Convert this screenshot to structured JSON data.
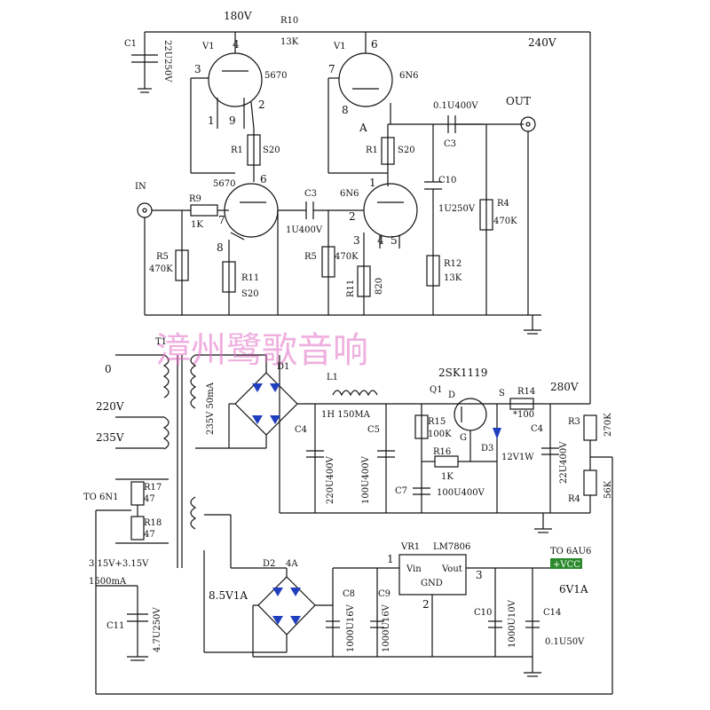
{
  "colors": {
    "wire": "#111111",
    "diode": "#1f3fbf",
    "watermark": "#e36fc5",
    "vcc_label_bg": "#2b8a2b"
  },
  "watermark": "漳州鹭歌音响",
  "labels": {
    "v180": "180V",
    "r10": "R10",
    "r10_val": "13K",
    "v240": "240V",
    "c1": "C1",
    "c1_val": "22U250V",
    "v1a": "V1",
    "v1a_type": "5670",
    "v1b": "V1",
    "v1b_type": "6N6",
    "p4": "4",
    "p3": "3",
    "p1": "1",
    "p9": "9",
    "p2": "2",
    "p6b": "6",
    "p7b": "7",
    "p8b": "8",
    "pA": "A",
    "c3top": "0.1U400V",
    "out": "OUT",
    "c3top_name": "C3",
    "r1a": "R1",
    "r1a_val": "S20",
    "r1b": "R1",
    "r1b_val": "S20",
    "in": "IN",
    "r9": "R9",
    "r9_val": "1K",
    "v2type": "5670",
    "p6c": "6",
    "p7c": "7",
    "p8c": "8",
    "c3mid": "C3",
    "c3mid_val": "1U400V",
    "v2btype": "6N6",
    "p1d": "1",
    "p2d": "2",
    "p3d": "3",
    "p4d": "4",
    "p5d": "5",
    "c10": "C10",
    "c10_val": "1U250V",
    "r4a": "R4",
    "r4a_val": "470K",
    "r5a": "R5",
    "r5a_val": "470K",
    "r11a": "R11",
    "r11a_val": "S20",
    "r5b": "R5",
    "r5b_val": "470K",
    "r11b": "R11",
    "r11b_val": "820",
    "r12": "R12",
    "r12_val": "13K",
    "t1": "T1",
    "t0": "0",
    "t220": "220V",
    "t235": "235V",
    "sec": "235V 50mA",
    "d1": "D1",
    "l1": "L1",
    "l1_val": "1H  150MA",
    "q1": "Q1",
    "q1_type": "2SK1119",
    "qD": "D",
    "qS": "S",
    "qG": "G",
    "r14a": "R14",
    "r14a_val": "*100",
    "v280": "280V",
    "r3": "R3",
    "r3_val": "270K",
    "r4b": "R4",
    "r4b_val": "56K",
    "c4a": "C4",
    "c4a_val": "220U400V",
    "c5": "C5",
    "c5_val": "100U400V",
    "r15": "R15",
    "r15_val": "100K",
    "r16": "R16",
    "r16_val": "1K",
    "c7": "C7",
    "c7_val": "100U400V",
    "d3": "D3",
    "d3_val": "12V1W",
    "c4b": "C4",
    "c4b_val": "22U400V",
    "to6n1": "TO 6N1",
    "r17": "R17",
    "r17_val": "47",
    "r18": "R18",
    "r18_val": "47",
    "fil": "3.15V+3.15V",
    "fil_i": "1500mA",
    "c11": "C11",
    "c11_val": "4.7U250V",
    "d2": "D2",
    "d2_val": "4A",
    "sec2": "8.5V1A",
    "vr1": "VR1",
    "vr1_type": "LM7806",
    "vin": "Vin",
    "vout": "Vout",
    "gnd": "GND",
    "vr_p1": "1",
    "vr_p2": "2",
    "vr_p3": "3",
    "c8": "C8",
    "c8_val": "1000U16V",
    "c9": "C9",
    "c9_val": "1000U16V",
    "c10b": "C10",
    "c10b_val": "1000U10V",
    "c14": "C14",
    "c14_val": "0.1U50V",
    "to6au6": "TO 6AU6",
    "vcc": "+VCC",
    "v6": "6V1A"
  }
}
